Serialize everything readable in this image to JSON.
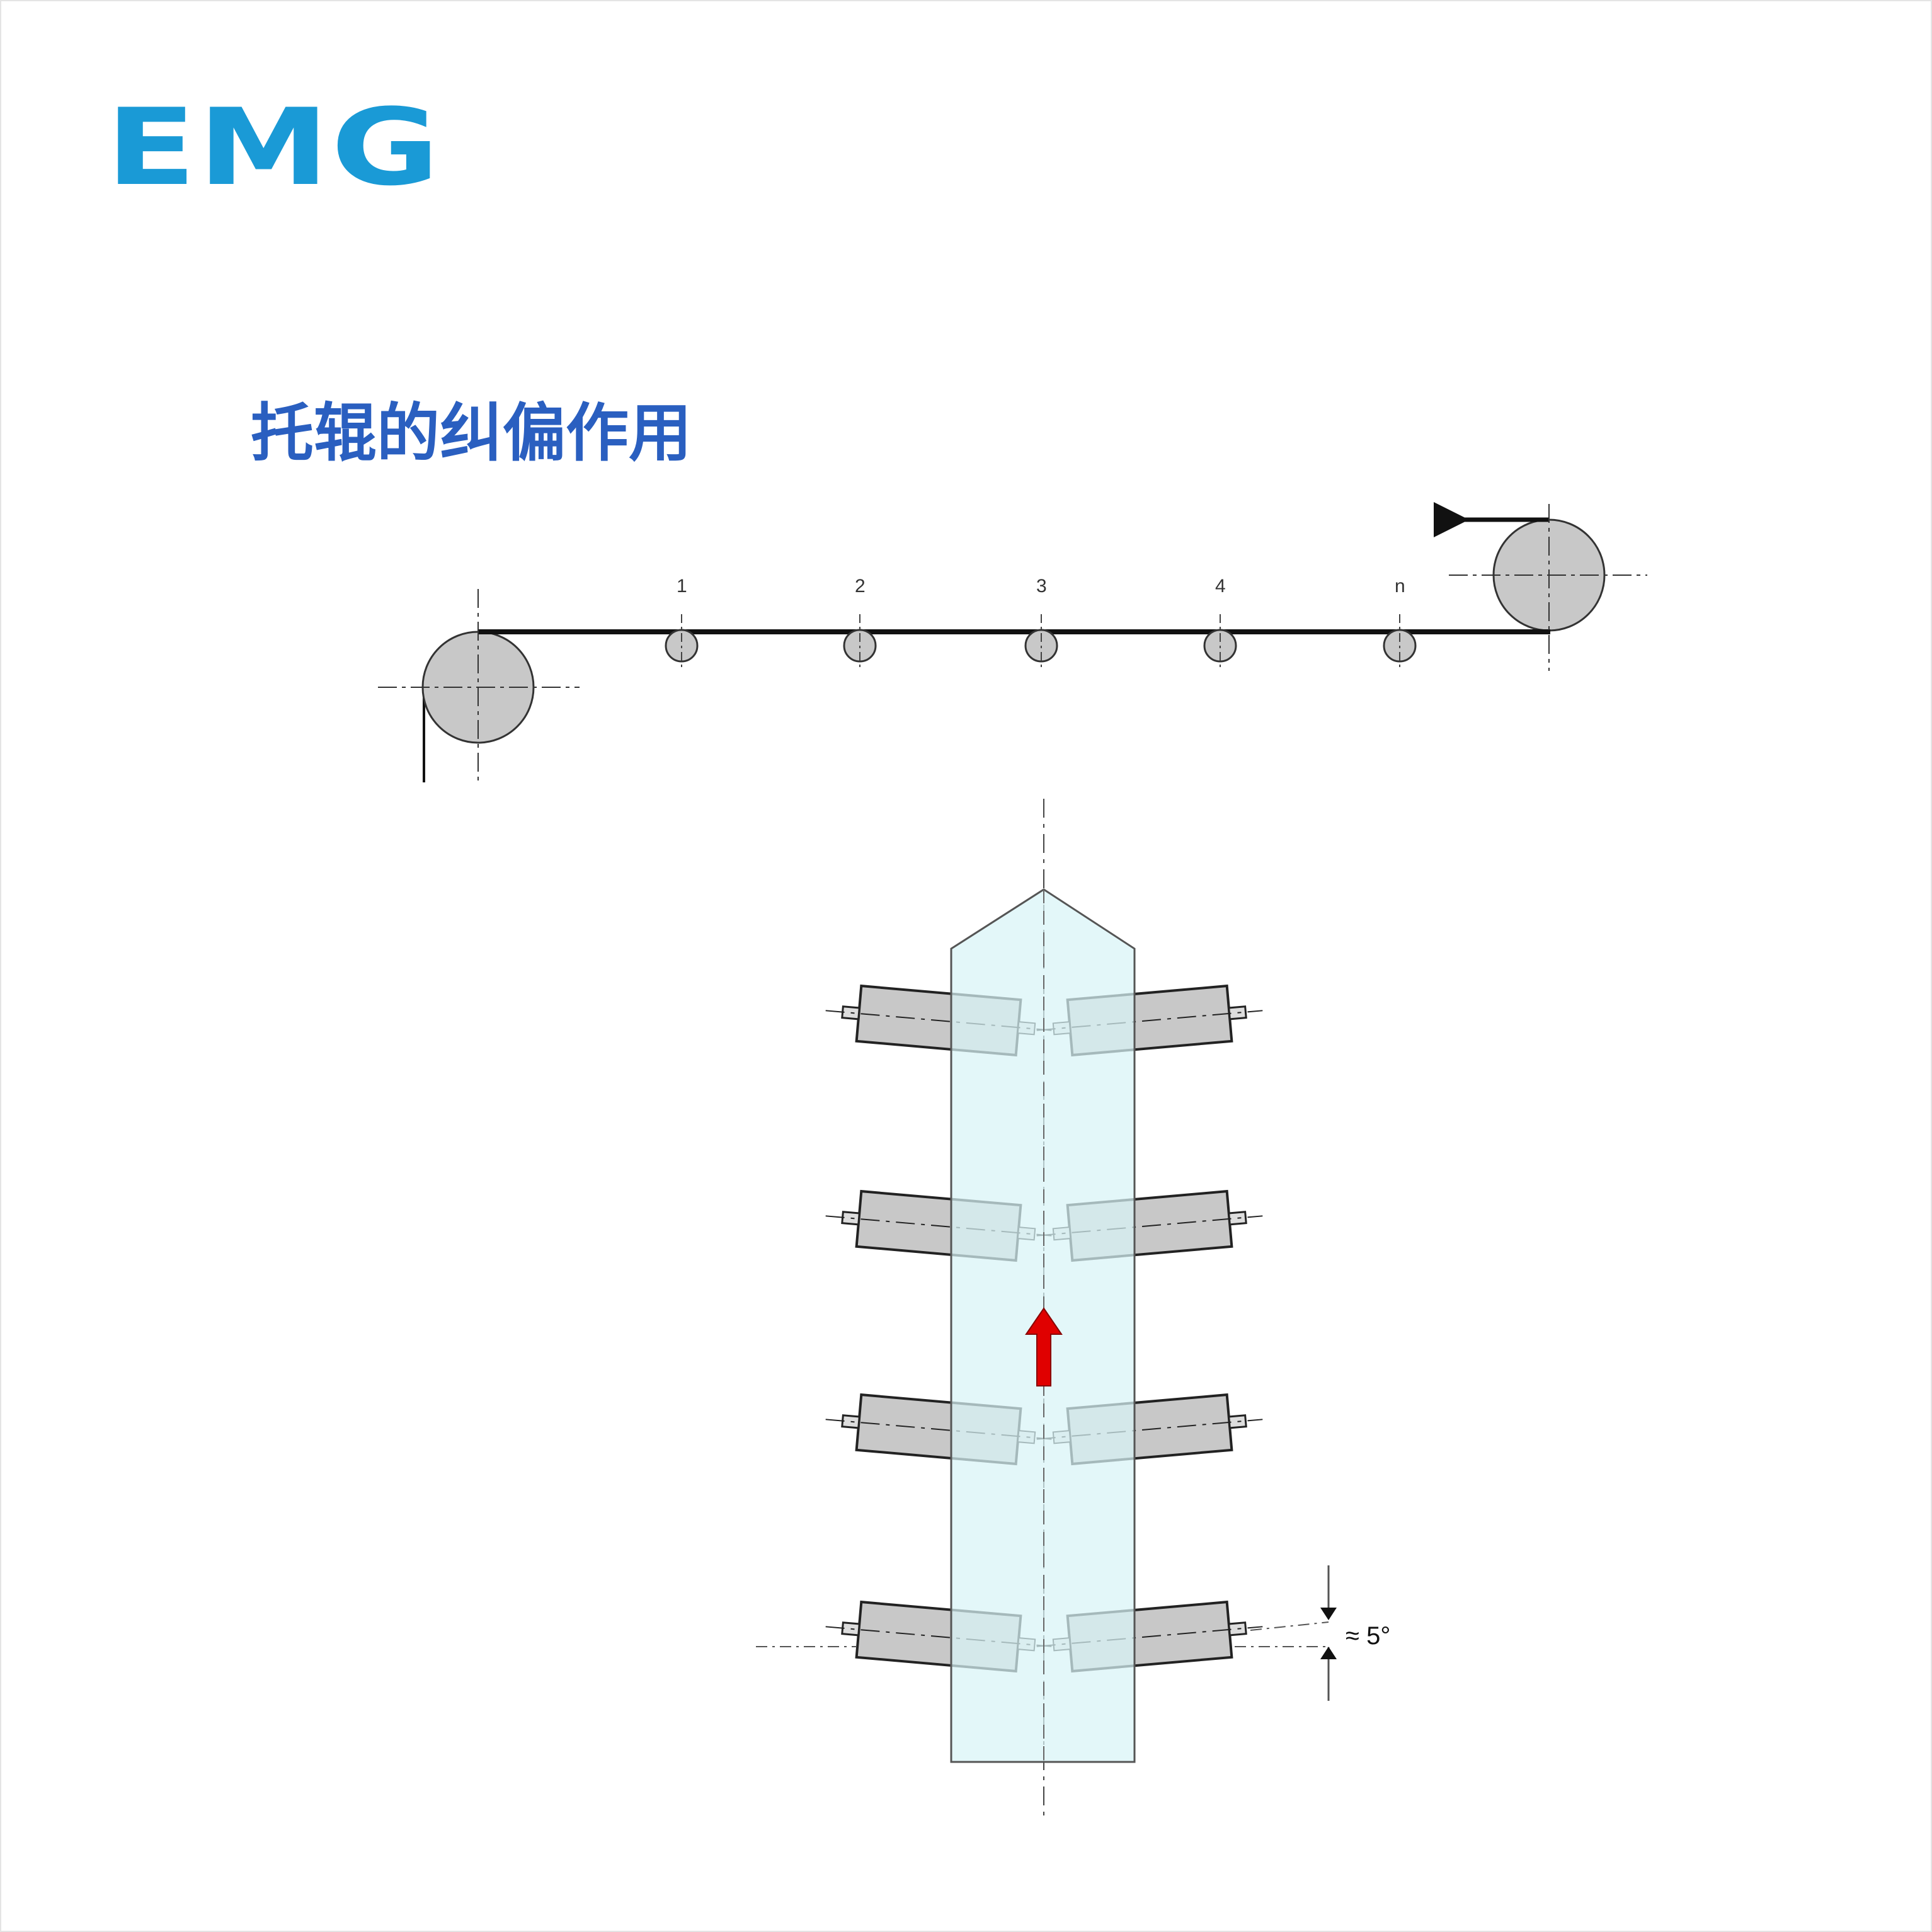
{
  "logo": {
    "text": "EMG",
    "color": "#1a9ad6"
  },
  "title": "托辊的纠偏作用",
  "side_view": {
    "idler_labels": [
      "1",
      "2",
      "3",
      "4",
      "n"
    ]
  },
  "top_view": {
    "angle_label": "≈ 5°",
    "belt_color": "#d8f4f6",
    "direction_arrow_color": "#e00000",
    "roller_rows": 4
  }
}
